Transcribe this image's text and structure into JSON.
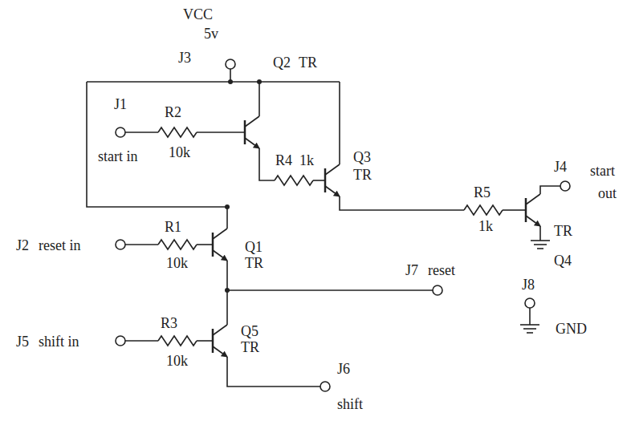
{
  "diagram": {
    "labels": [
      "VCC",
      "5v",
      "J3",
      "J1",
      "start in",
      "R2",
      "10k",
      "Q2",
      "TR",
      "R4",
      "1k",
      "Q3",
      "TR",
      "J4",
      "start",
      "out",
      "R5",
      "1k",
      "TR",
      "Q4",
      "J2",
      "reset in",
      "R1",
      "10k",
      "Q1",
      "TR",
      "J7",
      "reset",
      "J8",
      "GND",
      "J5",
      "shift in",
      "R3",
      "10k",
      "Q5",
      "TR",
      "J6",
      "shift"
    ]
  }
}
